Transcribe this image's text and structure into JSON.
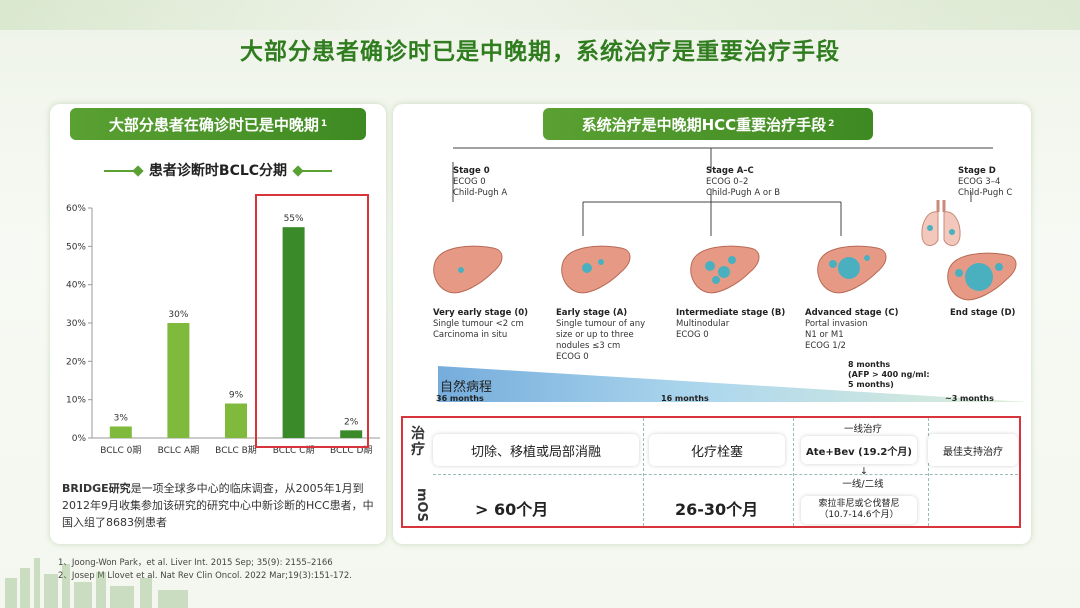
{
  "main_title": "大部分患者确诊时已是中晚期，系统治疗是重要治疗手段",
  "left_panel": {
    "header": "大部分患者在确诊时已是中晚期",
    "header_sup": "1",
    "subtitle": "患者诊断时BCLC分期",
    "note_bold": "BRIDGE研究",
    "note_rest": "是一项全球多中心的临床调查，从2005年1月到2012年9月收集参加该研究的研究中心中新诊断的HCC患者，中国入组了8683例患者"
  },
  "chart_data": {
    "type": "bar",
    "categories": [
      "BCLC 0期",
      "BCLC A期",
      "BCLC B期",
      "BCLC C期",
      "BCLC D期"
    ],
    "values": [
      3,
      30,
      9,
      55,
      2
    ],
    "value_labels": [
      "3%",
      "30%",
      "9%",
      "55%",
      "2%"
    ],
    "colors": [
      "#7fba3c",
      "#7fba3c",
      "#7fba3c",
      "#3a8a2a",
      "#3a8a2a"
    ],
    "yticks": [
      "0%",
      "10%",
      "20%",
      "30%",
      "40%",
      "50%",
      "60%"
    ],
    "ylim": [
      0,
      60
    ],
    "title": "",
    "xlabel": "",
    "ylabel": "",
    "highlight": [
      "BCLC C期",
      "BCLC D期"
    ],
    "highlight_color": "#d8343b"
  },
  "right_panel": {
    "header": "系统治疗是中晚期HCC重要治疗手段",
    "header_sup": "2",
    "groups": [
      {
        "title": "Stage 0",
        "l1": "ECOG 0",
        "l2": "Child-Pugh A"
      },
      {
        "title": "Stage A–C",
        "l1": "ECOG 0–2",
        "l2": "Child-Pugh A or B"
      },
      {
        "title": "Stage D",
        "l1": "ECOG 3–4",
        "l2": "Child-Pugh C"
      }
    ],
    "stages": [
      {
        "name": "Very early stage (0)",
        "d1": "Single tumour <2 cm",
        "d2": "Carcinoma in situ",
        "d3": "",
        "d4": ""
      },
      {
        "name": "Early stage (A)",
        "d1": "Single tumour of any",
        "d2": "size or up to three",
        "d3": "nodules ≤3 cm",
        "d4": "ECOG 0"
      },
      {
        "name": "Intermediate stage (B)",
        "d1": "Multinodular",
        "d2": "ECOG 0",
        "d3": "",
        "d4": ""
      },
      {
        "name": "Advanced stage (C)",
        "d1": "Portal invasion",
        "d2": "N1 or M1",
        "d3": "ECOG 1/2",
        "d4": ""
      },
      {
        "name": "End stage (D)",
        "d1": "",
        "d2": "",
        "d3": "",
        "d4": ""
      }
    ],
    "natural_course": "自然病程",
    "survival": {
      "s1": "36 months",
      "s2": "16 months",
      "s3a": "8 months",
      "s3b": "(AFP > 400 ng/ml:",
      "s3c": "5 months)",
      "s4": "~3 months"
    },
    "row_treatment": "治疗",
    "row_mos": "mOS",
    "treatments": {
      "t1": "切除、移植或局部消融",
      "t2": "化疗栓塞",
      "first_line_label": "一线治疗",
      "t3": "Ate+Bev (19.2个月)",
      "t4": "最佳支持治疗",
      "line12_label": "一线/二线",
      "t5a": "索拉非尼或仑伐替尼",
      "t5b": "（10.7-14.6个月）"
    },
    "mos_values": {
      "m1": "> 60个月",
      "m2": "26-30个月"
    }
  },
  "references": {
    "r1": "1、Joong-Won Park，et al. Liver Int. 2015 Sep; 35(9): 2155–2166",
    "r2": "2、Josep M Llovet et al. Nat Rev Clin Oncol. 2022 Mar;19(3):151-172."
  }
}
